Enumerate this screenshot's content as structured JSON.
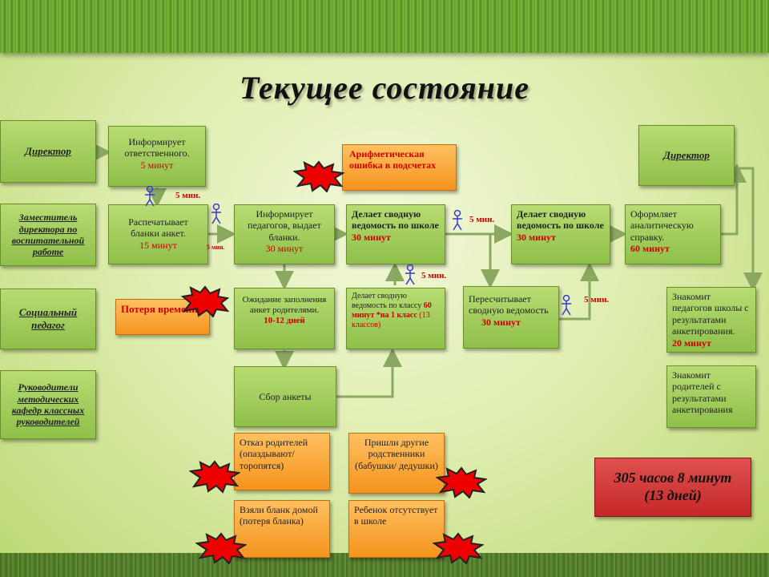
{
  "title": "Текущее состояние",
  "roles": {
    "director_left": "Директор",
    "deputy": "Заместитель директора по воспитательной работе",
    "social": "Социальный педагог",
    "heads": "Руководители методических кафедр классных руководителей",
    "director_right": "Директор"
  },
  "steps": {
    "inform_resp": {
      "text": "Информирует ответственного.",
      "time": "5 минут"
    },
    "print_forms": {
      "text": "Распечатывает бланки анкет.",
      "time": "15 минут"
    },
    "inform_teachers": {
      "text": "Информирует педагогов, выдает бланки.",
      "time": "30 минут"
    },
    "summary_school_1": {
      "text": "Делает сводную ведомость по школе",
      "time": "30 минут"
    },
    "summary_school_2": {
      "text": "Делает сводную ведомость по школе",
      "time": "30 минут"
    },
    "report": {
      "text": "Оформляет аналитическую справку.",
      "time": "60 минут"
    },
    "waiting": {
      "text": "Ожидание заполнения анкет родителями.",
      "time": "10-12 дней"
    },
    "summary_class": {
      "text": "Делает сводную ведомость по классу",
      "time": "60 минут *на 1 класс",
      "time_extra": "(13 классов)"
    },
    "recount": {
      "text": "Пересчитывает сводную ведомость",
      "time": "30 минут"
    },
    "acquaint_teachers": {
      "text": "Знакомит педагогов школы с результатами анкетирования.",
      "time": "20 минут"
    },
    "acquaint_parents": {
      "text": "Знакомит родителей с результатами анкетирования"
    },
    "collect": {
      "text": "Сбор анкеты"
    }
  },
  "problems": {
    "arith": "Арифметическая ошибка в подсчетах",
    "time_loss": "Потеря времени",
    "refusal": "Отказ родителей (опаздывают/ торопятся)",
    "relatives": "Пришли другие родственники (бабушки/ дедушки)",
    "took_home": "Взяли бланк домой (потеря бланка)",
    "absent": "Ребенок отсутствует в школе"
  },
  "waits": {
    "w1": "5 мин.",
    "w2": "5 мин.",
    "w3": "5 мин.",
    "w4": "5 мин.",
    "w5": "5 мин."
  },
  "total": {
    "line1": "305 часов 8 минут",
    "line2": "(13 дней)"
  },
  "colors": {
    "step_green": "#a4d05c",
    "problem_orange": "#f5a030",
    "total_red": "#d03a3a",
    "time_red": "#cc0000"
  }
}
